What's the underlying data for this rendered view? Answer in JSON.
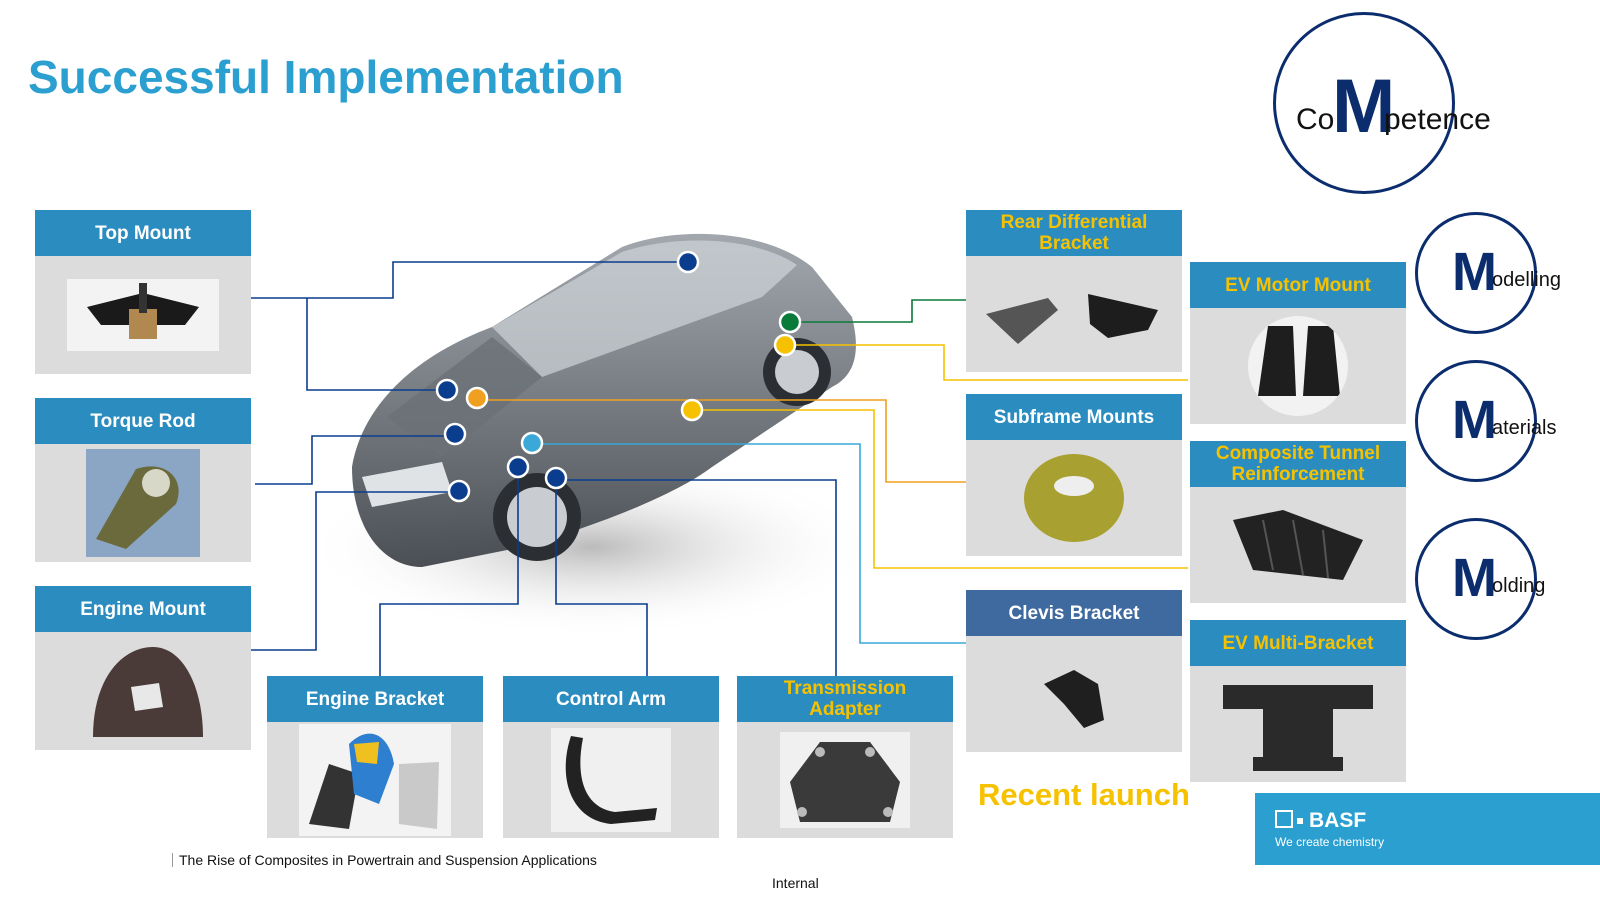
{
  "title": "Successful Implementation",
  "competence": {
    "prefix": "Co",
    "big": "M",
    "suffix": "petence"
  },
  "m_circles": [
    {
      "big": "M",
      "rest": "odelling"
    },
    {
      "big": "M",
      "rest": "aterials"
    },
    {
      "big": "M",
      "rest": "olding"
    }
  ],
  "cards": {
    "top_mount": "Top Mount",
    "torque_rod": "Torque Rod",
    "engine_mount": "Engine Mount",
    "engine_bracket": "Engine Bracket",
    "control_arm": "Control  Arm",
    "transmission_adapter": "Transmission Adapter",
    "rear_diff": "Rear Differential Bracket",
    "ev_motor": "EV Motor Mount",
    "subframe": "Subframe Mounts",
    "tunnel": "Composite Tunnel Reinforcement",
    "clevis": "Clevis Bracket",
    "ev_multi": "EV Multi-Bracket"
  },
  "recent_launch": "Recent launch",
  "basf": {
    "logo": "BASF",
    "tagline": "We create chemistry"
  },
  "footer": "The Rise of Composites in Powertrain and Suspension Applications",
  "classification": "Internal",
  "colors": {
    "title": "#2a9fd0",
    "header": "#2b8cbf",
    "gold": "#f6c200",
    "navy": "#0b3d8f",
    "orange": "#f0a020",
    "green": "#0a7a3a",
    "lightblue": "#3aa8d8"
  }
}
